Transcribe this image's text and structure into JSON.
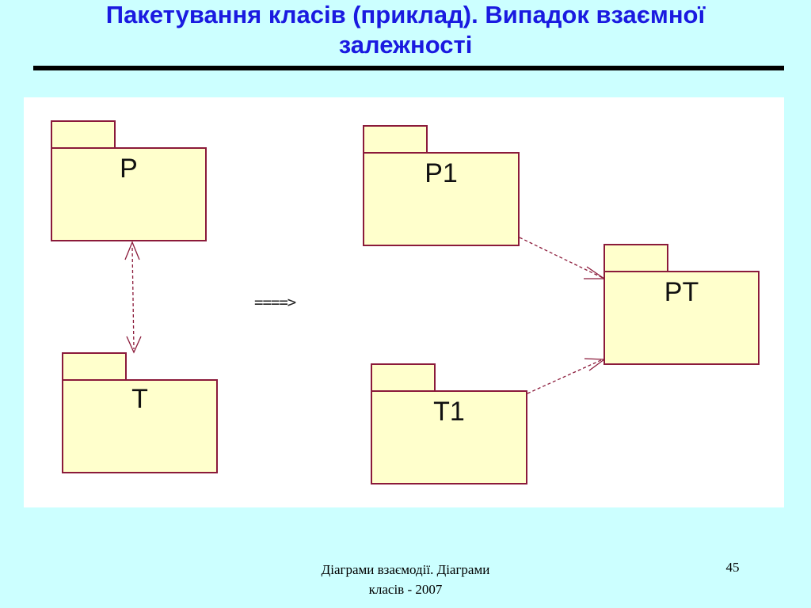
{
  "title": {
    "line1": "Пакетування класів (приклад). Випадок взаємної",
    "line2": "залежності"
  },
  "diagram": {
    "packages": {
      "p": "P",
      "t": "T",
      "p1": "P1",
      "t1": "T1",
      "pt": "PT"
    },
    "transform_arrow": "====>"
  },
  "footer": {
    "line1": "Діаграми взаємодії. Діаграми",
    "line2": "класів - 2007"
  },
  "page_number": "45",
  "colors": {
    "background": "#ccffff",
    "title": "#1a1ae0",
    "package_fill": "#ffffcc",
    "package_border": "#8b1a3a",
    "dependency": "#8b1a3a"
  }
}
